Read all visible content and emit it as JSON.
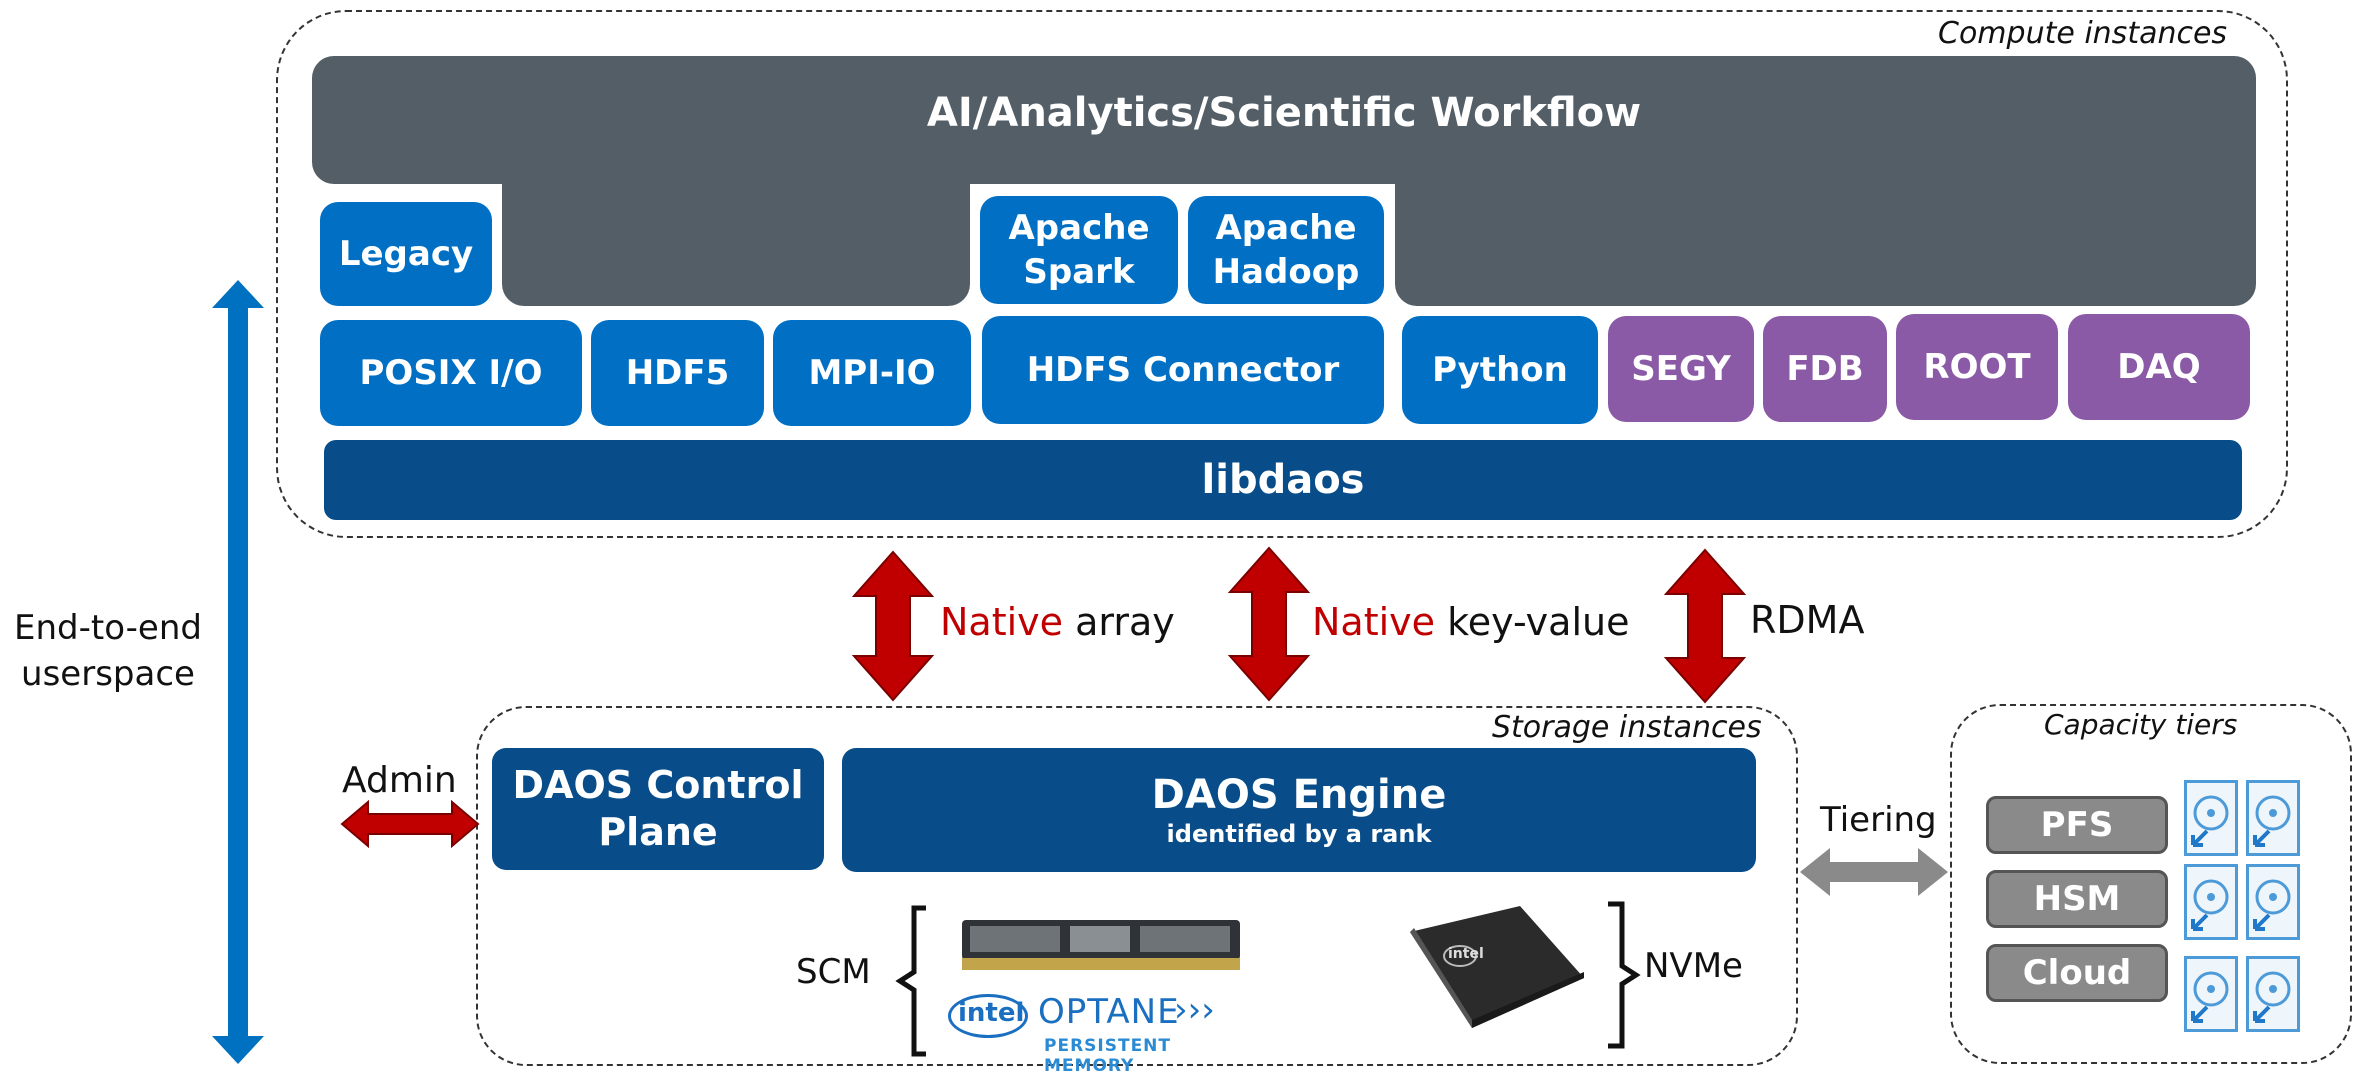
{
  "compute": {
    "label": "Compute instances",
    "workflow": "AI/Analytics/Scientific Workflow",
    "legacy": "Legacy",
    "spark": "Apache\nSpark",
    "hadoop": "Apache\nHadoop",
    "posix": "POSIX I/O",
    "hdf5": "HDF5",
    "mpiio": "MPI-IO",
    "hdfs": "HDFS Connector",
    "python": "Python",
    "segy": "SEGY",
    "fdb": "FDB",
    "root": "ROOT",
    "daq": "DAQ",
    "libdaos": "libdaos"
  },
  "side": {
    "userspace": "End-to-end\nuserspace"
  },
  "arrows": {
    "native": "Native",
    "array": " array",
    "kv": " key-value",
    "rdma": "RDMA",
    "admin": "Admin",
    "tiering": "Tiering"
  },
  "storage": {
    "label": "Storage instances",
    "control": "DAOS Control\nPlane",
    "engine": "DAOS Engine",
    "engine_sub": "identified by a rank",
    "scm": "SCM",
    "nvme": "NVMe",
    "intel": "intel",
    "optane": "OPTANE",
    "persistent": "PERSISTENT MEMORY",
    "ssd_label": "intel"
  },
  "capacity": {
    "label": "Capacity tiers",
    "tiers": [
      "PFS",
      "HSM",
      "Cloud"
    ]
  },
  "colors": {
    "dark_gray": "#535e67",
    "blue": "#0170c4",
    "purple": "#8b5aa7",
    "navy": "#084d8a",
    "arrow_red": "#c00000",
    "arrow_blue": "#0070c0",
    "tier_gray": "#8a8a8a"
  }
}
